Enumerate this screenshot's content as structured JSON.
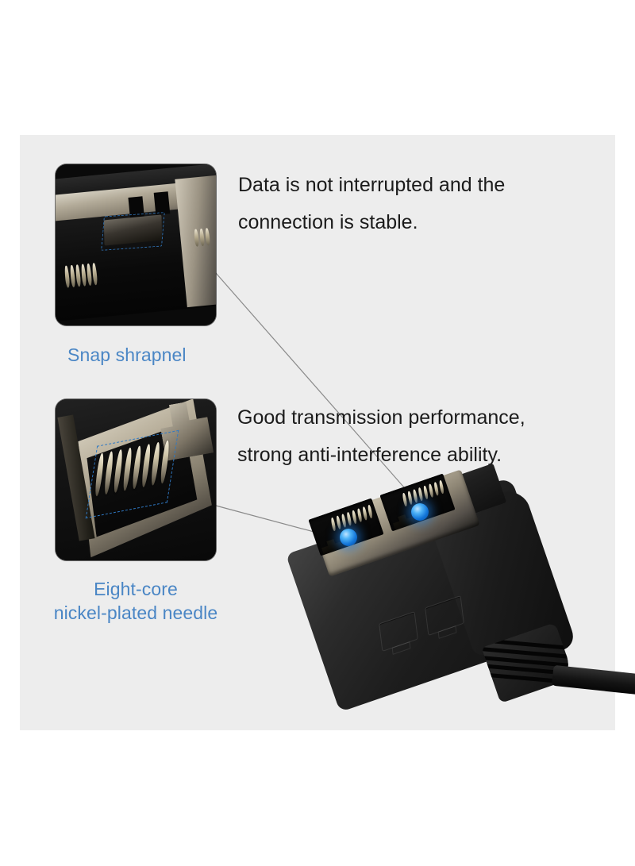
{
  "page": {
    "background_color": "#ffffff",
    "panel_color": "#ededed",
    "accent_blue": "#4a86c5",
    "dash_blue": "#2f79c4",
    "text_color": "#1b1b1b"
  },
  "callouts": [
    {
      "id": "snap-shrapnel",
      "caption": "Snap shrapnel",
      "description_lines": [
        "Data is not interrupted and the",
        "connection is stable."
      ],
      "photo_name": "rj45-snap-clip-macro",
      "highlight": "dashed-blue-outline-on-snap-clip"
    },
    {
      "id": "eight-core-needle",
      "caption_lines": [
        "Eight-core",
        "nickel-plated needle"
      ],
      "description_lines": [
        "Good transmission performance,",
        "strong anti-interference ability."
      ],
      "photo_name": "rj45-gold-pins-macro",
      "highlight": "dashed-blue-outline-on-eight-pins"
    }
  ],
  "product": {
    "name": "dual-rj45-splitter-adapter",
    "port_count": 2,
    "led_color": "#2080e1",
    "housing_color": "#1d1d1d",
    "emboss_icon": "computer-monitor-icon",
    "emboss_count": 2,
    "has_cable_strain_relief": true
  },
  "leader_lines": {
    "color": "#8a8a8a",
    "count": 2
  }
}
